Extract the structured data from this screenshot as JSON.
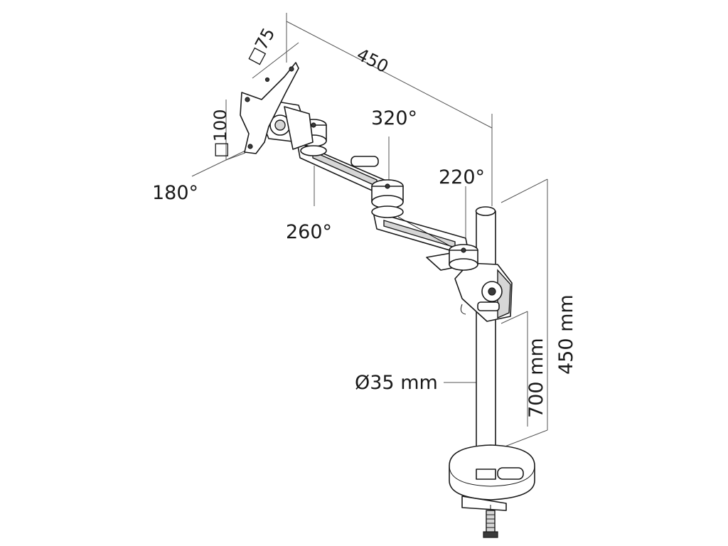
{
  "labels": {
    "vesa_small": "□75",
    "vesa_large": "□100",
    "reach": "450",
    "rot_head": "180°",
    "rot_joint1": "260°",
    "rot_joint2": "320°",
    "rot_joint3": "220°",
    "pole_diameter": "Ø35 mm",
    "pole_height": "700 mm",
    "height_adjust": "450 mm"
  }
}
